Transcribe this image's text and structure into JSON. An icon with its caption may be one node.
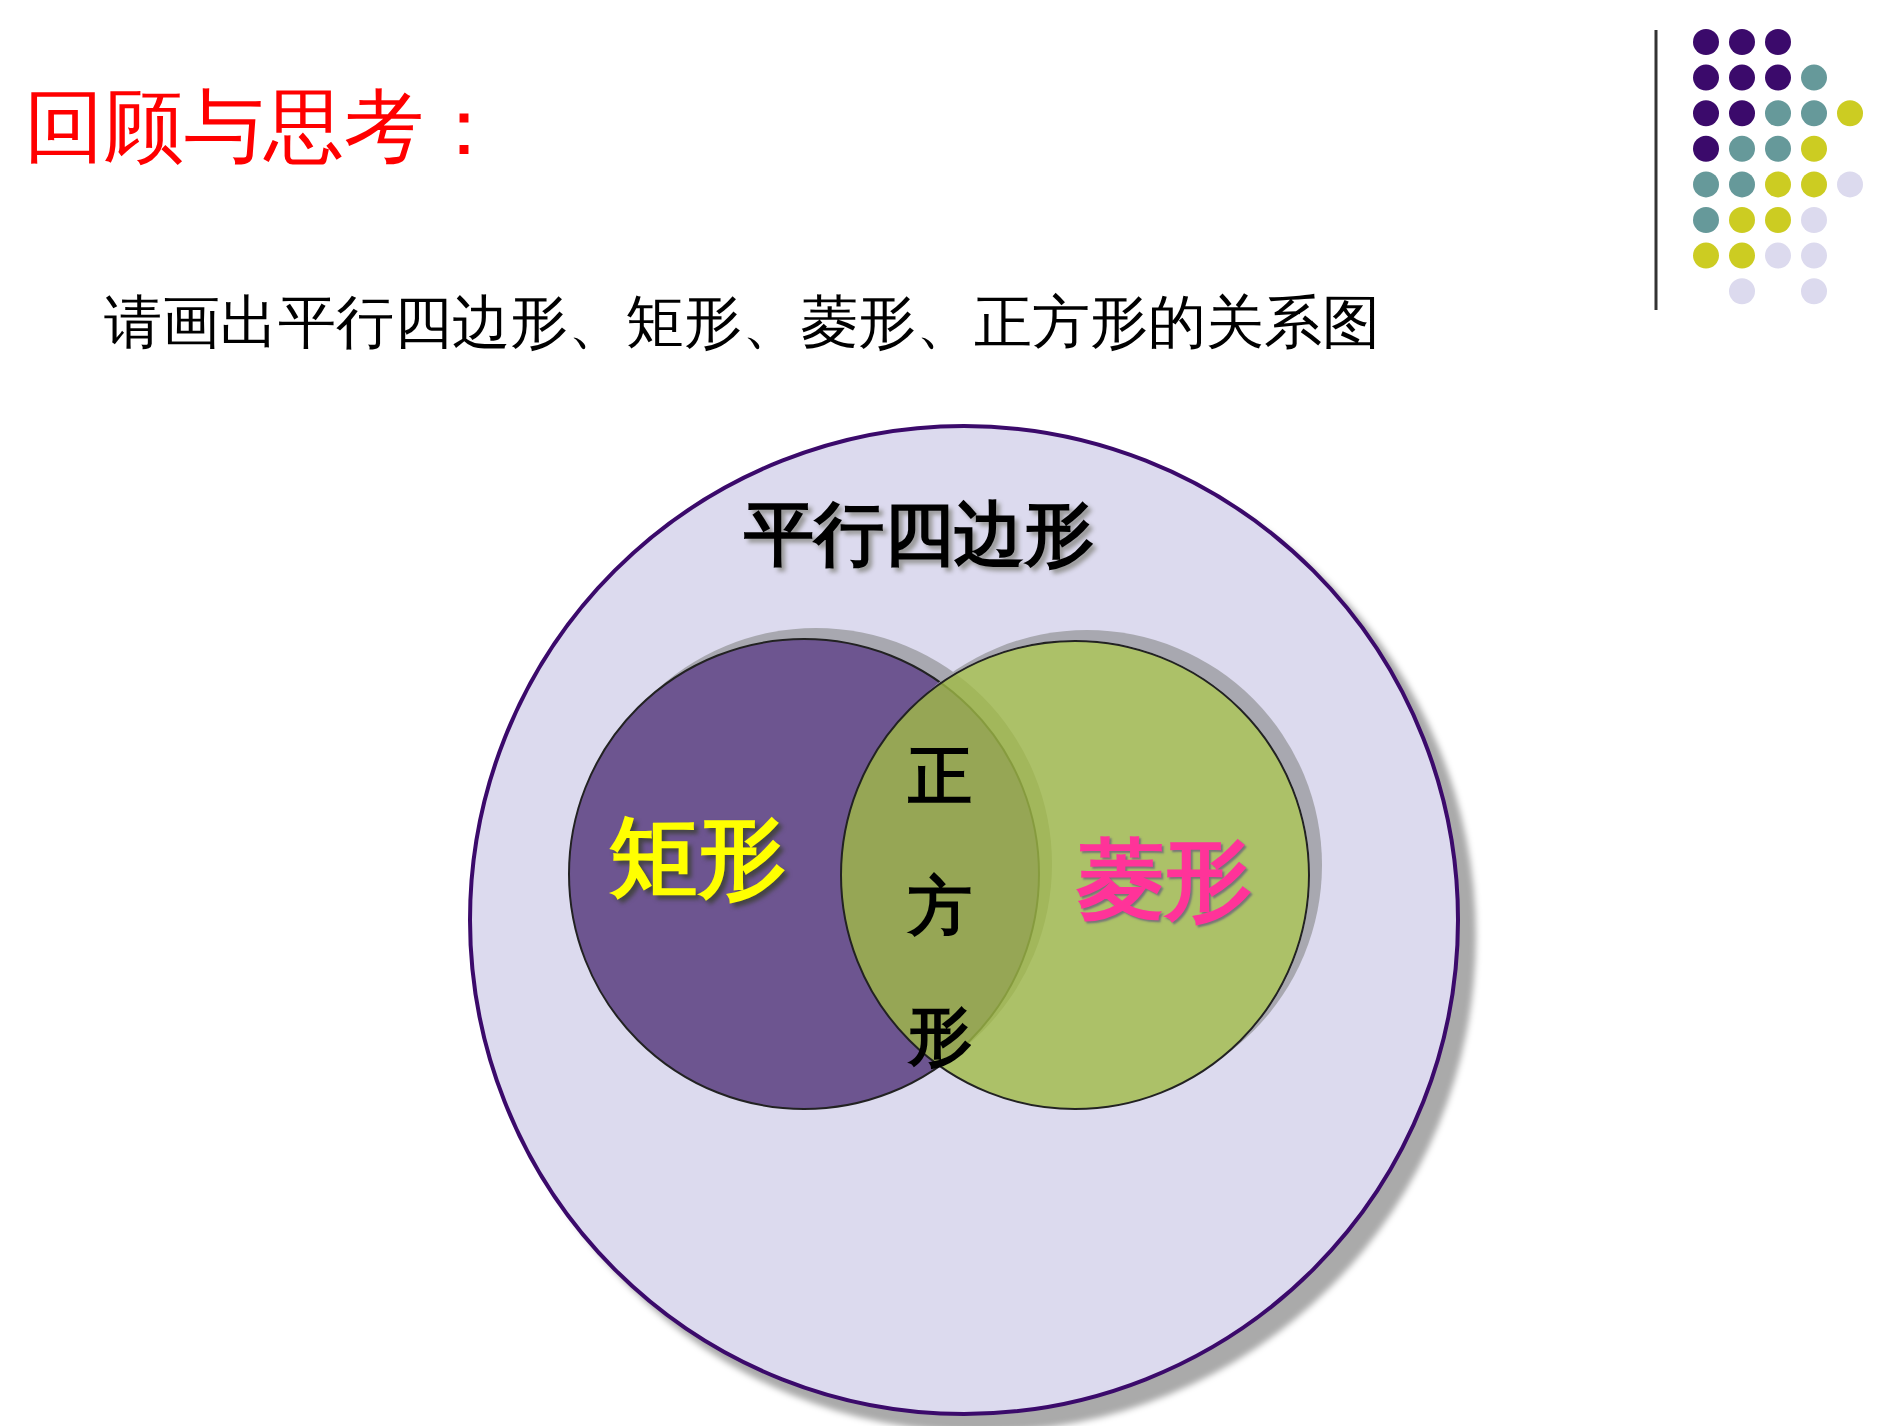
{
  "diagram": {
    "title": "回顾与思考：",
    "nodes": [
      {
        "text": [
          "平行四边形"
        ]
      },
      {
        "text": [
          "矩形"
        ],
        "in": 0
      },
      {
        "text": [
          "菱形"
        ],
        "in": 0
      }
    ],
    "labels": [
      "请画出平行四边形、矩形、菱形、正方形的关系图",
      "正方形"
    ]
  }
}
